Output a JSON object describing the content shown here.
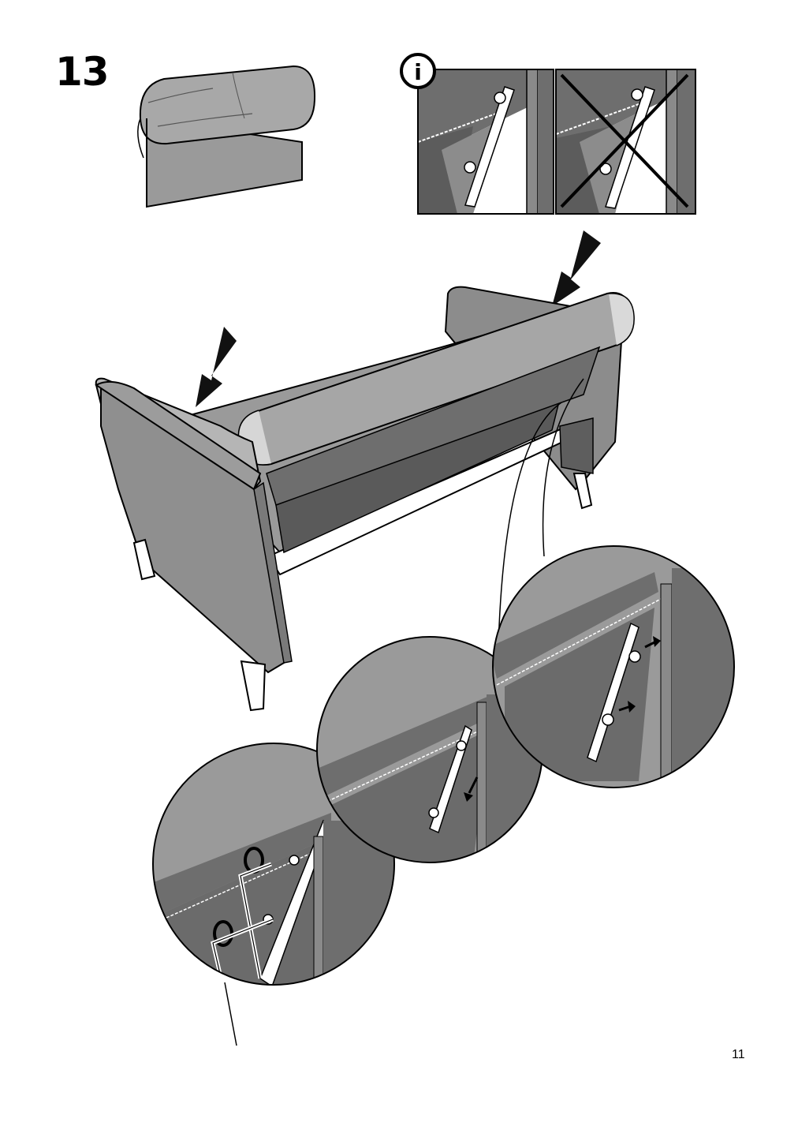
{
  "step": {
    "number": "13"
  },
  "info_icon": {
    "glyph": "i"
  },
  "page": {
    "number": "11"
  },
  "colors": {
    "fabric": "#9b9b9b",
    "fabric_light": "#b3b3b3",
    "fabric_dark": "#6e6e6e",
    "fabric_darker": "#5a5a5a",
    "outline": "#000000",
    "wood": "#ffffff"
  },
  "icons": [
    "info-icon",
    "arrow-icon",
    "cross-icon",
    "rotate-icon",
    "hex-key-icon"
  ]
}
